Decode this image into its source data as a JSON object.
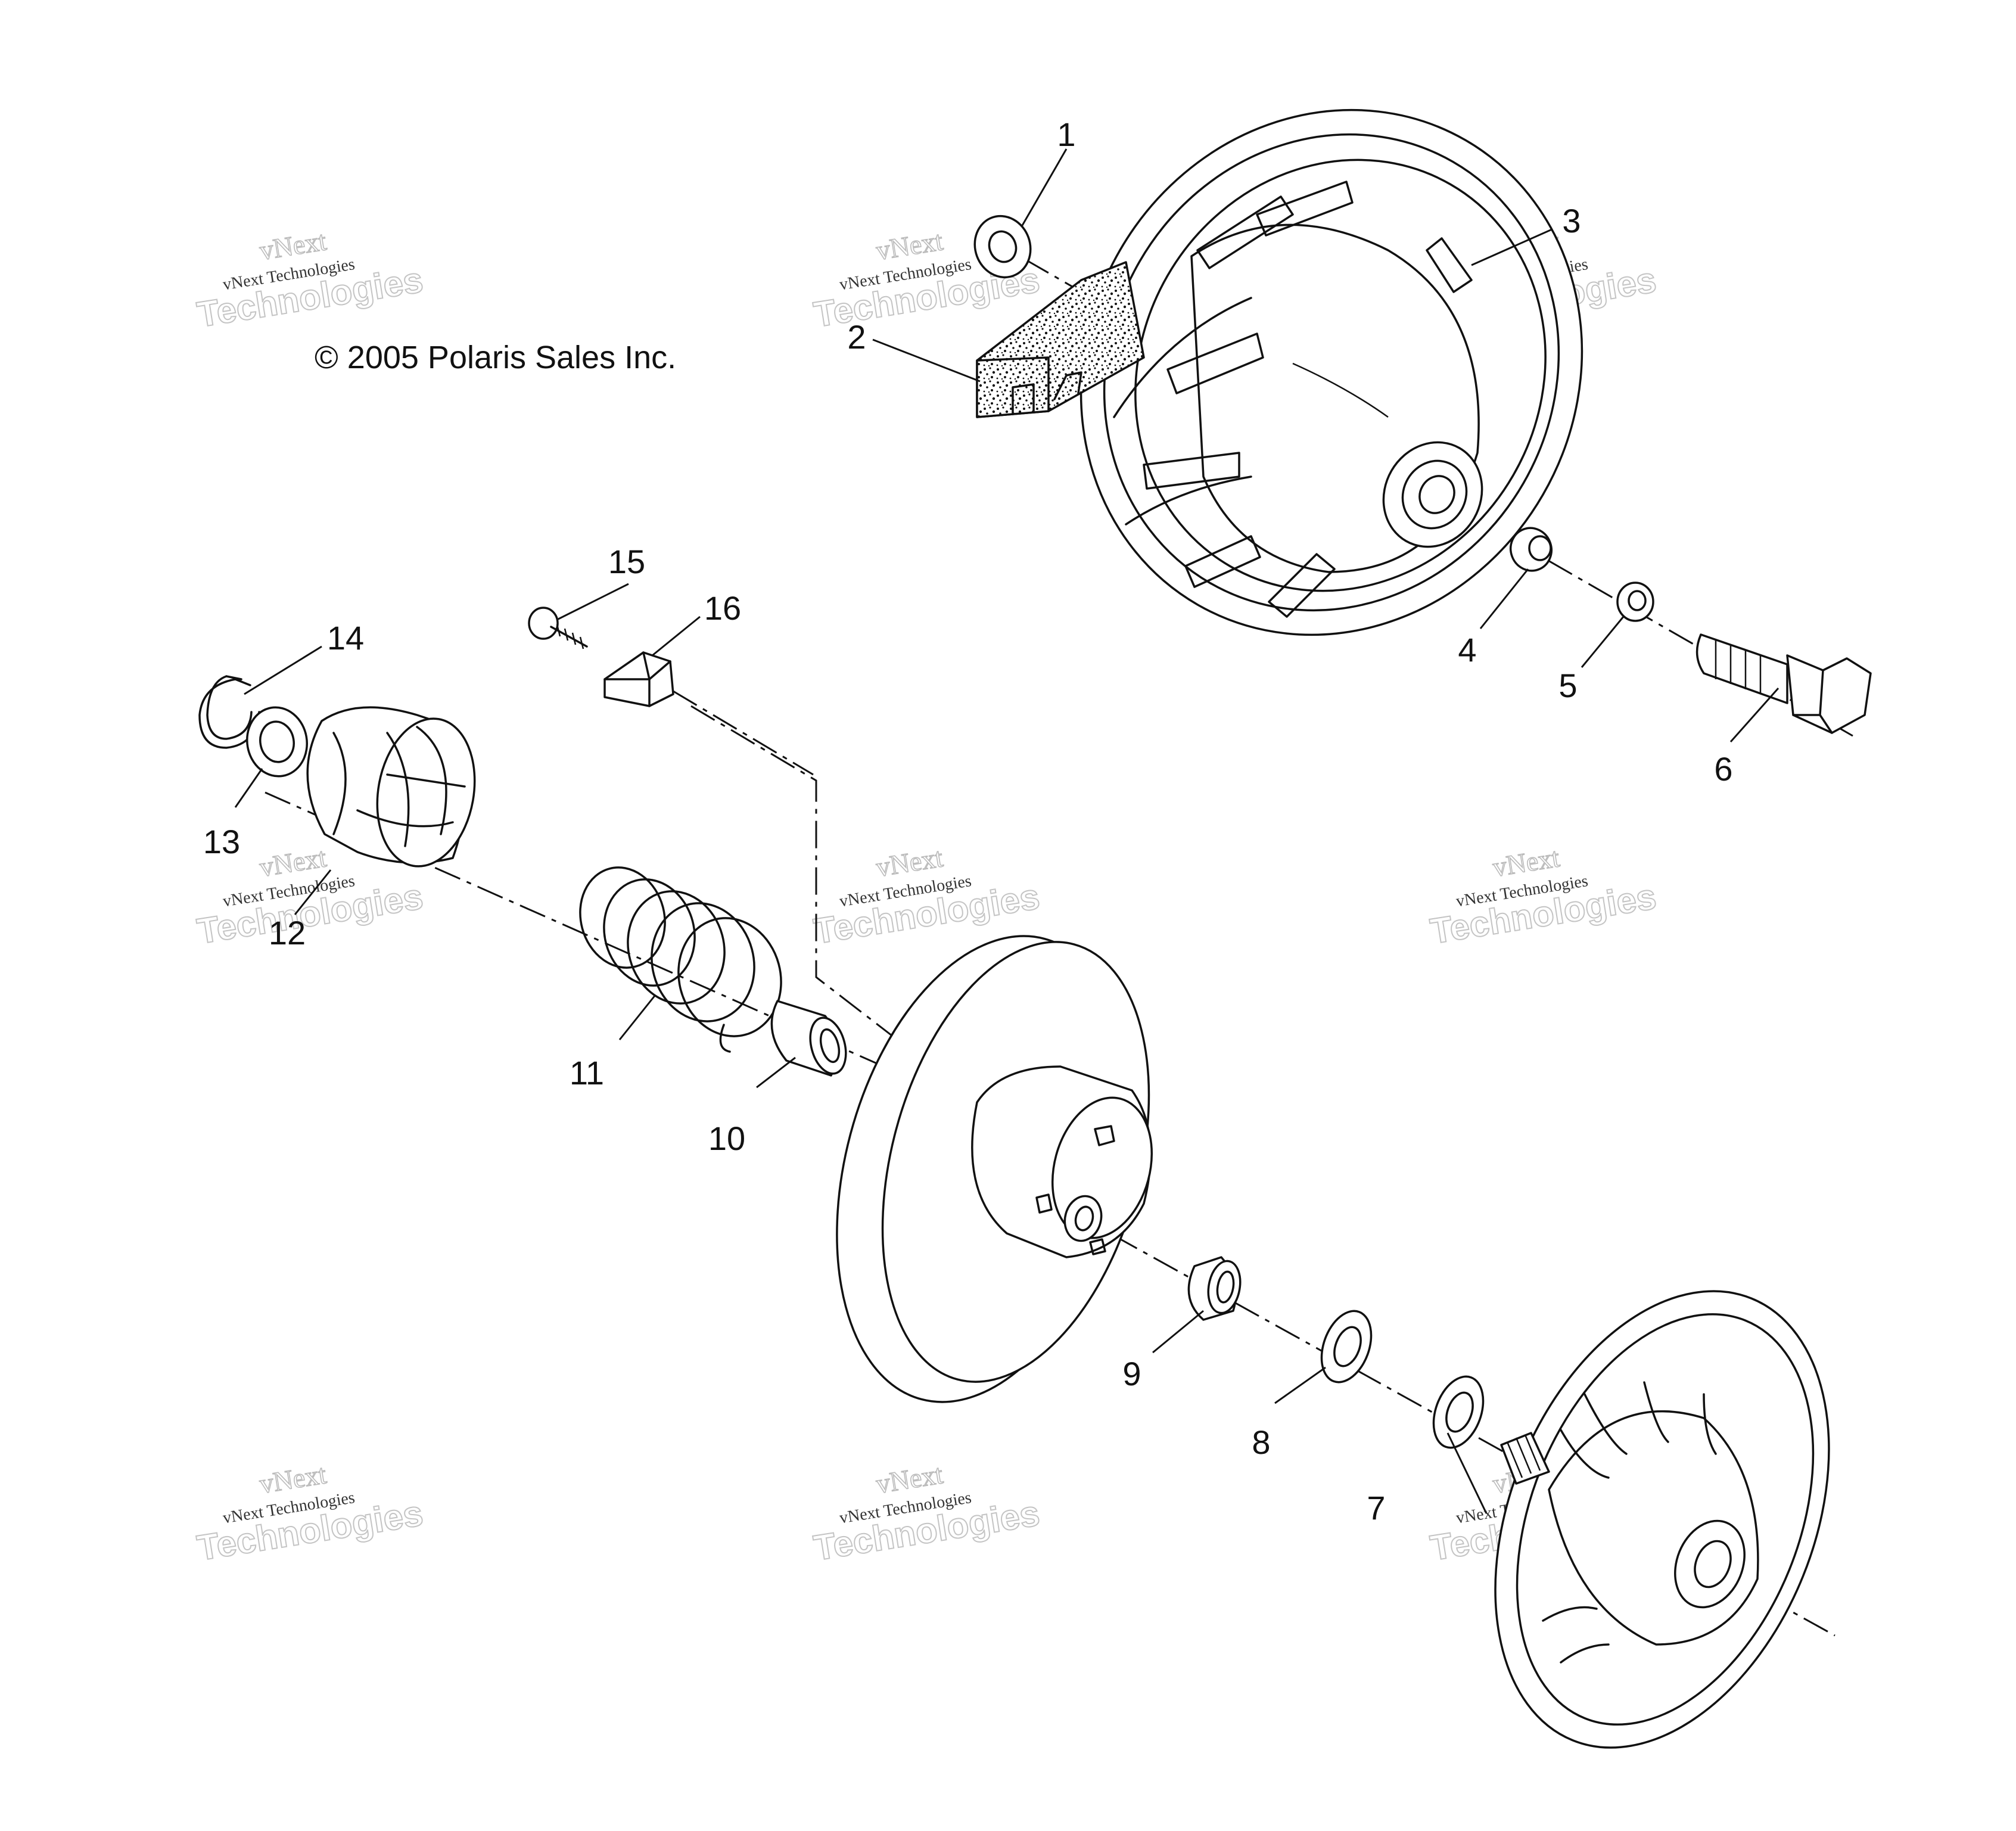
{
  "copyright": "© 2005 Polaris Sales Inc.",
  "watermark": {
    "line1": "vNext",
    "line2": "vNext Technologies",
    "line3": "Technologies"
  },
  "callouts": [
    "1",
    "2",
    "3",
    "4",
    "5",
    "6",
    "7",
    "8",
    "9",
    "10",
    "11",
    "12",
    "13",
    "14",
    "15",
    "16"
  ]
}
